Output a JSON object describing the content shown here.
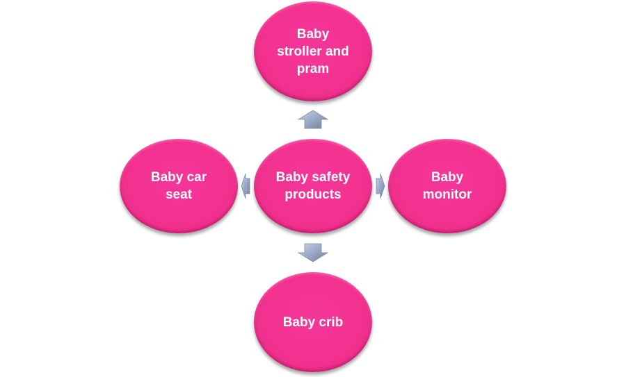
{
  "diagram": {
    "type": "radial",
    "center": {
      "label": "Baby safety\nproducts"
    },
    "nodes": [
      {
        "position": "top",
        "label": "Baby\nstroller and\npram"
      },
      {
        "position": "left",
        "label": "Baby car\nseat"
      },
      {
        "position": "right",
        "label": "Baby\nmonitor"
      },
      {
        "position": "bottom",
        "label": "Baby crib"
      }
    ],
    "colors": {
      "node_fill": "#f2318f",
      "node_text": "#ffffff",
      "arrow_fill": "#9aa8c4",
      "background": "#ffffff"
    }
  }
}
